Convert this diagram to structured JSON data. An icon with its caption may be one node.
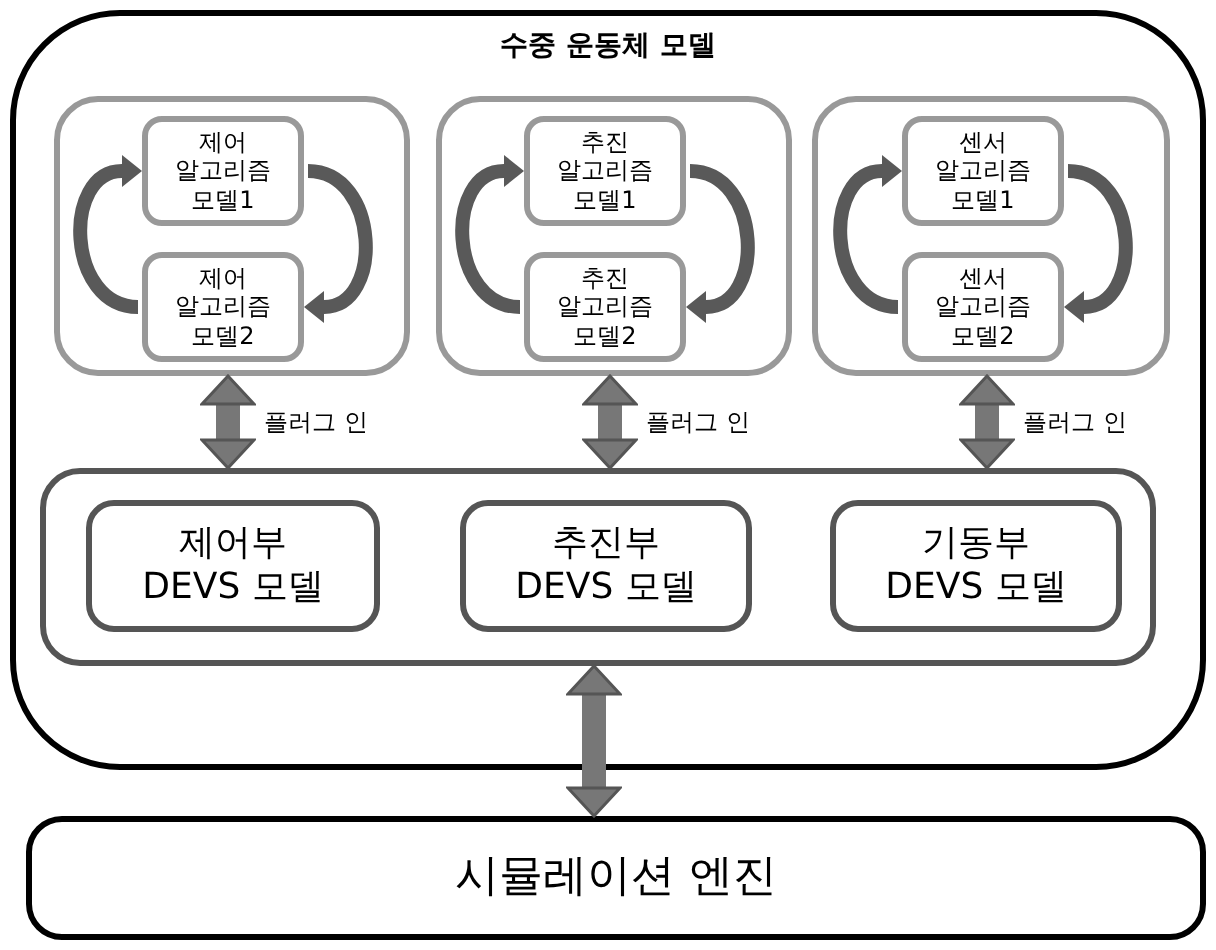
{
  "diagram": {
    "nodes": [
      {
        "text": [
          "수중 운동체 모델"
        ]
      },
      {
        "text": [],
        "shape": "box",
        "in": 0
      },
      {
        "text": [
          "제어 알고리즘 모델1"
        ],
        "in": 1
      },
      {
        "text": [
          "제어 알고리즘 모델2"
        ],
        "in": 1
      },
      {
        "text": [],
        "shape": "box",
        "in": 0
      },
      {
        "text": [
          "추진 알고리즘 모델1"
        ],
        "in": 4
      },
      {
        "text": [
          "추진 알고리즘 모델2"
        ],
        "in": 4
      },
      {
        "text": [],
        "shape": "box",
        "in": 0
      },
      {
        "text": [
          "센서 알고리즘 모델1"
        ],
        "in": 7
      },
      {
        "text": [
          "센서 알고리즘 모델2"
        ],
        "in": 7
      },
      {
        "text": [],
        "shape": "box",
        "in": 0
      },
      {
        "text": [
          "제어부 DEVS 모델"
        ],
        "in": 10
      },
      {
        "text": [
          "추진부 DEVS 모델"
        ],
        "in": 10
      },
      {
        "text": [
          "기동부 DEVS 모델"
        ],
        "in": 10
      },
      {
        "text": [
          "시뮬레이션 엔진"
        ]
      }
    ],
    "edges": [
      {
        "from": 2,
        "to": 3,
        "arrow": "to"
      },
      {
        "from": 3,
        "to": 2,
        "arrow": "to"
      },
      {
        "from": 5,
        "to": 6,
        "arrow": "to"
      },
      {
        "from": 6,
        "to": 5,
        "arrow": "to"
      },
      {
        "from": 8,
        "to": 9,
        "arrow": "to"
      },
      {
        "from": 9,
        "to": 8,
        "arrow": "to"
      },
      {
        "from": 1,
        "to": 10,
        "arrow": "both",
        "label": "플러그 인"
      },
      {
        "from": 4,
        "to": 10,
        "arrow": "both",
        "label": "플러그 인"
      },
      {
        "from": 7,
        "to": 10,
        "arrow": "both",
        "label": "플러그 인"
      },
      {
        "from": 10,
        "to": 14,
        "arrow": "both"
      }
    ]
  }
}
